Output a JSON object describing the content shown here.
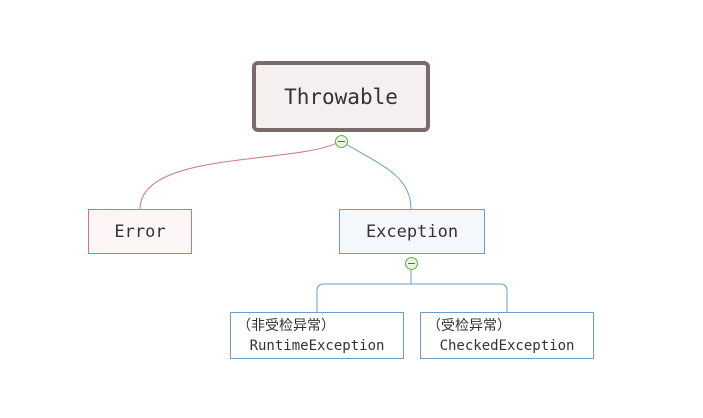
{
  "diagram": {
    "root": {
      "label": "Throwable"
    },
    "error": {
      "label": "Error"
    },
    "exception": {
      "label": "Exception"
    },
    "runtime": {
      "subtitle": "（非受检异常）",
      "label": "RuntimeException"
    },
    "checked": {
      "subtitle": "（受检异常）",
      "label": "CheckedException"
    }
  },
  "colors": {
    "root_border": "#7a6a6a",
    "error_border": "#c87a7a",
    "exception_border": "#6a9ec6",
    "toggle": "#6aa84f"
  },
  "icons": {
    "collapse": "collapse-minus-icon"
  }
}
